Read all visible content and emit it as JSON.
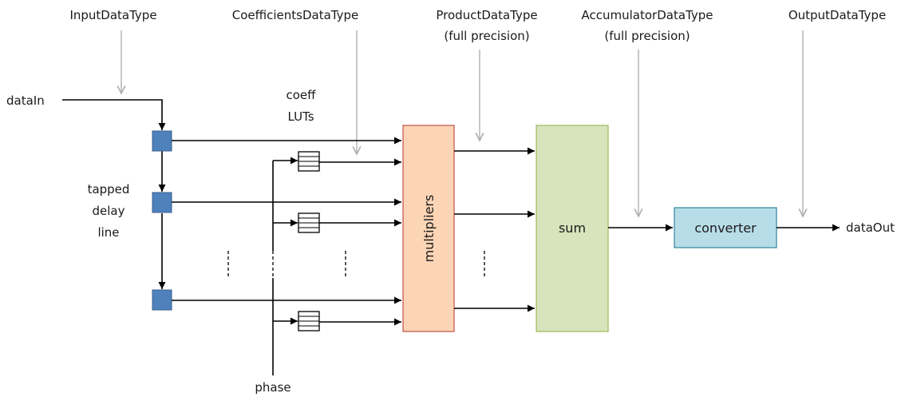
{
  "data_types": {
    "input": "InputDataType",
    "coefficients": "CoefficientsDataType",
    "product_line1": "ProductDataType",
    "product_line2": "(full precision)",
    "accumulator_line1": "AccumulatorDataType",
    "accumulator_line2": "(full precision)",
    "output": "OutputDataType"
  },
  "signals": {
    "data_in": "dataIn",
    "data_out": "dataOut",
    "phase": "phase"
  },
  "labels": {
    "coeff_line1": "coeff",
    "coeff_line2": "LUTs",
    "tapped_line1": "tapped",
    "tapped_line2": "delay",
    "tapped_line3": "line"
  },
  "blocks": {
    "multipliers": "multipliers",
    "sum": "sum",
    "converter": "converter"
  },
  "colors": {
    "delay_register": "#4f81bd",
    "multipliers_fill": "#fbd5b5",
    "multipliers_stroke": "#c0504d",
    "sum_fill": "#d7e4bc",
    "sum_stroke": "#9bbb59",
    "converter_fill": "#b7dde8",
    "converter_stroke": "#31859c",
    "annotation_arrow": "#b0b0b0"
  }
}
